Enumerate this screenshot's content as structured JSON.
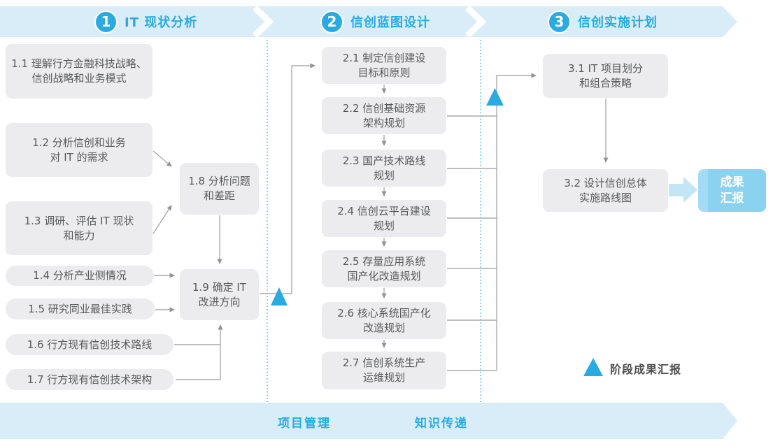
{
  "colors": {
    "accent_blue": "#29abe2",
    "bar_light_blue": "#d9edf9",
    "box_gray": "#ececee",
    "box_text_gray": "#58595b",
    "connector_gray": "#a8aaad",
    "result_box_blue": "#8bd1f0",
    "legend_text_gray": "#4d4d4f"
  },
  "phases": [
    {
      "number": "1",
      "title": "IT 现状分析"
    },
    {
      "number": "2",
      "title": "信创蓝图设计"
    },
    {
      "number": "3",
      "title": "信创实施计划"
    }
  ],
  "phase1_boxes": [
    {
      "text": "1.1 理解行方金融科技战略、\n信创战略和业务模式"
    },
    {
      "text": "1.2 分析信创和业务\n对 IT 的需求"
    },
    {
      "text": "1.3 调研、评估 IT 现状\n和能力"
    },
    {
      "text": "1.4 分析产业侧情况"
    },
    {
      "text": "1.5 研究同业最佳实践"
    },
    {
      "text": "1.6 行方现有信创技术路线"
    },
    {
      "text": "1.7 行方现有信创技术架构"
    },
    {
      "text": "1.8 分析问题\n和差距"
    },
    {
      "text": "1.9 确定 IT\n改进方向"
    }
  ],
  "phase2_boxes": [
    {
      "text": "2.1 制定信创建设\n目标和原则"
    },
    {
      "text": "2.2 信创基础资源\n架构规划"
    },
    {
      "text": "2.3 国产技术路线\n规划"
    },
    {
      "text": "2.4 信创云平台建设\n规划"
    },
    {
      "text": "2.5 存量应用系统\n国产化改造规划"
    },
    {
      "text": "2.6 核心系统国产化\n改造规划"
    },
    {
      "text": "2.7 信创系统生产\n运维规划"
    }
  ],
  "phase3_boxes": [
    {
      "text": "3.1 IT 项目划分\n和组合策略"
    },
    {
      "text": "3.2 设计信创总体\n实施路线图"
    }
  ],
  "result_box": {
    "text": "成果\n汇报"
  },
  "bottom_bar": {
    "labels": [
      {
        "text": "项目管理"
      },
      {
        "text": "知识传递"
      }
    ]
  },
  "legend": {
    "label": "阶段成果汇报",
    "icon": "stage-milestone-triangle"
  }
}
